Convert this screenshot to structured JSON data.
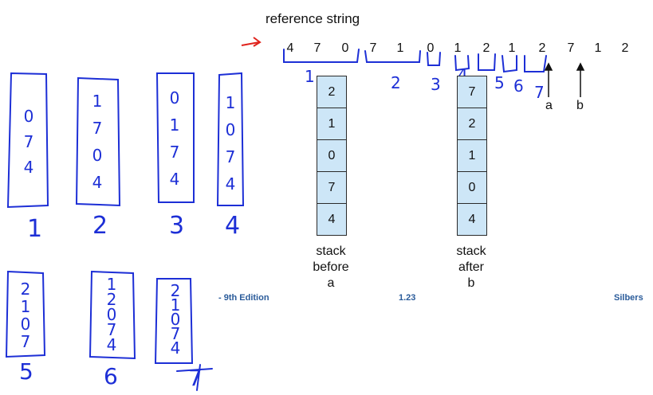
{
  "reference": {
    "title": "reference string",
    "items": [
      "4",
      "7",
      "0",
      "7",
      "1",
      "0",
      "1",
      "2",
      "1",
      "2",
      "7",
      "1",
      "2"
    ]
  },
  "stack_before": {
    "cells": [
      "2",
      "1",
      "0",
      "7",
      "4"
    ],
    "caption": [
      "stack",
      "before",
      "a"
    ]
  },
  "stack_after": {
    "cells": [
      "7",
      "2",
      "1",
      "0",
      "4"
    ],
    "caption": [
      "stack",
      "after",
      "b"
    ]
  },
  "pointers": {
    "a": "a",
    "b": "b"
  },
  "footer": {
    "left": "- 9th Edition",
    "center": "1.23",
    "right": "Silbers"
  },
  "annotations": {
    "group_labels": [
      "1",
      "2",
      "3",
      "4",
      "5",
      "6",
      "7"
    ],
    "sketch_stacks": [
      {
        "label": "1",
        "digits": [
          "0",
          "7",
          "4"
        ]
      },
      {
        "label": "2",
        "digits": [
          "1",
          "7",
          "0",
          "4"
        ]
      },
      {
        "label": "3",
        "digits": [
          "0",
          "1",
          "7",
          "4"
        ]
      },
      {
        "label": "4",
        "digits": [
          "1",
          "0",
          "7",
          "4"
        ]
      },
      {
        "label": "5",
        "digits": [
          "2",
          "1",
          "0",
          "7"
        ]
      },
      {
        "label": "6",
        "digits": [
          "1",
          "2",
          "0",
          "7",
          "4"
        ]
      },
      {
        "label": "7",
        "digits": [
          "2",
          "1",
          "0",
          "7",
          "4"
        ]
      }
    ]
  },
  "colors": {
    "ink": "#1d2fd6",
    "stack_fill": "#cde6f7",
    "arrow_red": "#e0231c",
    "footer_blue": "#2a5b9a"
  }
}
